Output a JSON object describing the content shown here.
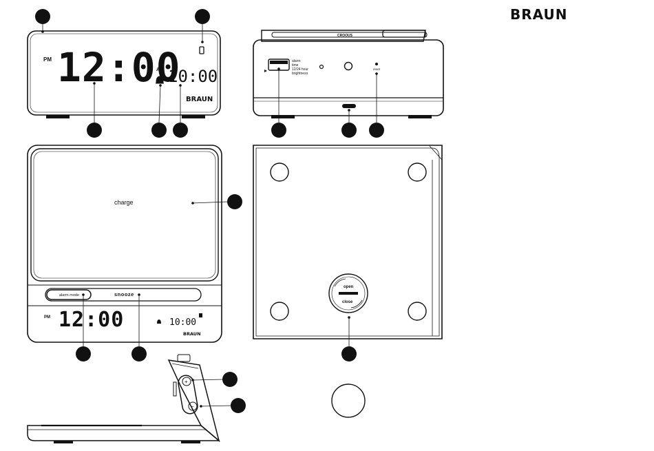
{
  "brand": "BRAUN",
  "front_view": {
    "meridiem": "PM",
    "time": "12:00",
    "alarm_meridiem": "AM",
    "alarm_time": "10:00",
    "logo": "BRAUN"
  },
  "back_view": {
    "top_label": "CROOUS",
    "switch_labels": [
      "alarm",
      "time",
      "12/24 hour",
      "brightness"
    ],
    "reset_label": "reset"
  },
  "top_view": {
    "pad_label": "charge",
    "bar_left_label": "alarm mode",
    "snooze_label": "snooze",
    "meridiem": "PM",
    "time": "12:00",
    "alarm_time": "10:00",
    "logo": "BRAUN"
  },
  "bottom_view": {
    "lid_open_label": "open",
    "lid_close_label": "close"
  },
  "side_view": {
    "plus_label": "+",
    "minus_label": "−"
  }
}
